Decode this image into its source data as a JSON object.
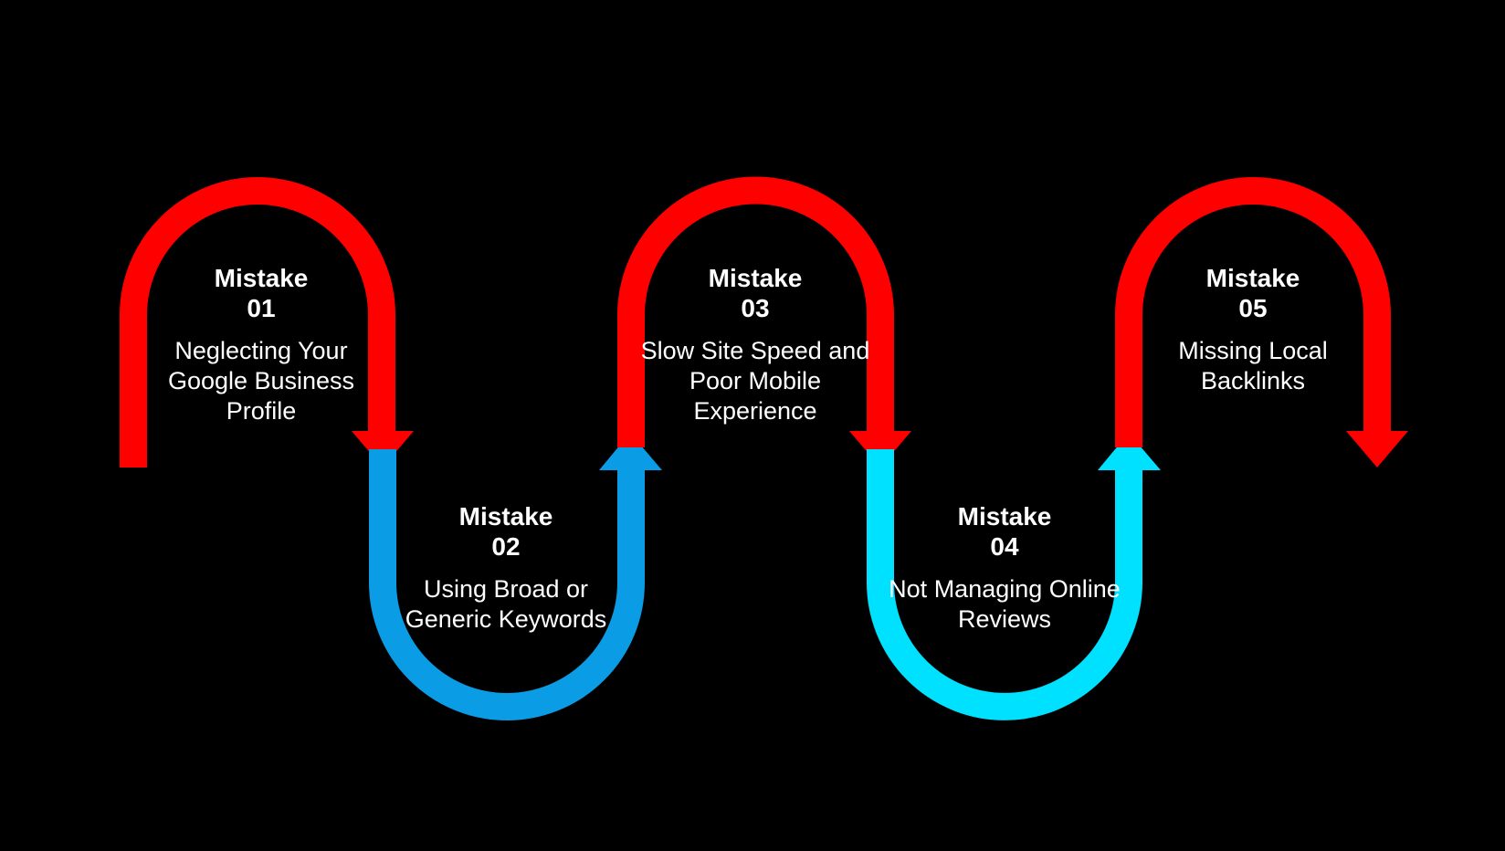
{
  "colors": {
    "background": "#000000",
    "red": "#ff0000",
    "blue": "#0a9de6",
    "cyan": "#00e0ff",
    "text": "#ffffff"
  },
  "steps": [
    {
      "title": "Mistake",
      "number": "01",
      "text": "Neglecting Your Google Business Profile",
      "color": "red"
    },
    {
      "title": "Mistake",
      "number": "02",
      "text": "Using Broad or Generic Keywords",
      "color": "blue"
    },
    {
      "title": "Mistake",
      "number": "03",
      "text": "Slow Site Speed and Poor Mobile Experience",
      "color": "red"
    },
    {
      "title": "Mistake",
      "number": "04",
      "text": "Not Managing Online Reviews",
      "color": "cyan"
    },
    {
      "title": "Mistake",
      "number": "05",
      "text": "Missing Local Backlinks",
      "color": "red"
    }
  ]
}
